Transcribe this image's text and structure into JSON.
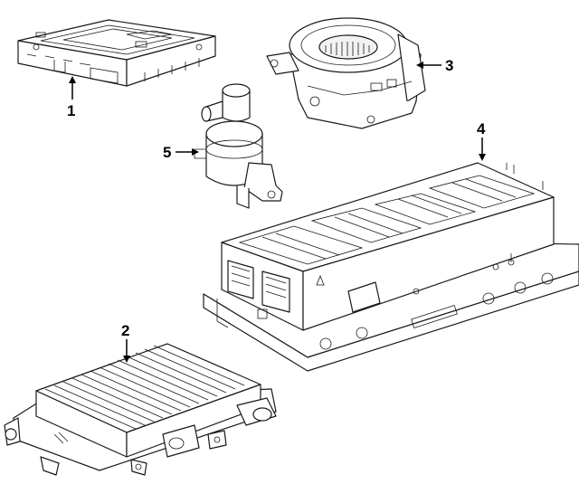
{
  "callouts": {
    "c1": "1",
    "c2": "2",
    "c3": "3",
    "c4": "4",
    "c5": "5"
  },
  "icons": [
    "module-icon",
    "charger-icon",
    "blower-icon",
    "battery-pack-icon",
    "pump-icon"
  ]
}
